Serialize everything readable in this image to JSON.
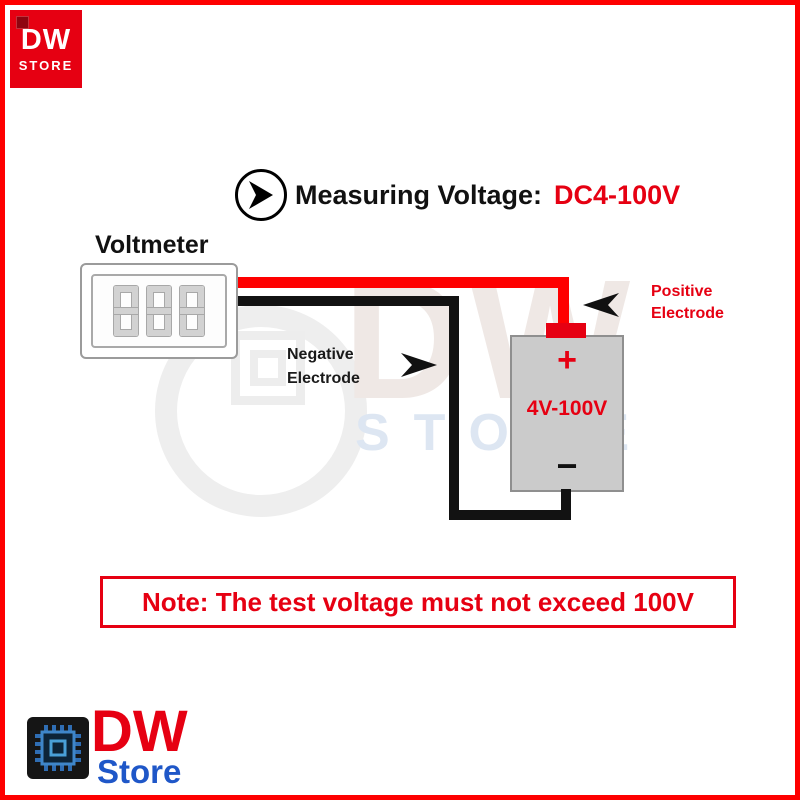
{
  "brand": {
    "top_logo": {
      "dw": "DW",
      "store": "STORE"
    },
    "bottom_logo": {
      "dw": "DW",
      "store": "Store"
    },
    "watermark": {
      "dw": "DW",
      "store": "STORE"
    }
  },
  "title": {
    "label": "Measuring Voltage:",
    "range": "DC4-100V"
  },
  "voltmeter": {
    "label": "Voltmeter"
  },
  "battery": {
    "plus": "+",
    "range": "4V-100V",
    "minus": "−"
  },
  "electrodes": {
    "positive": [
      "Positive",
      "Electrode"
    ],
    "negative": [
      "Negative",
      "Electrode"
    ]
  },
  "note": "Note: The test voltage must not exceed 100V",
  "colors": {
    "accent_red": "#e60012",
    "wire_red": "#fe0000",
    "wire_black": "#121212",
    "battery_gray": "#cbcbcb",
    "store_blue": "#1f57c8"
  }
}
